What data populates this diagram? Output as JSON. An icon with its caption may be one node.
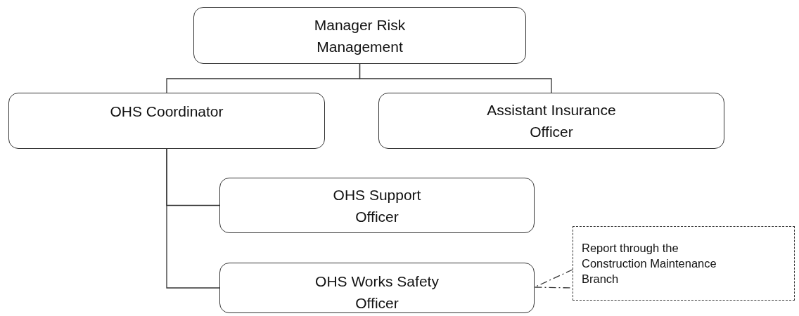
{
  "diagram": {
    "nodes": [
      {
        "text": [
          "Manager Risk Management"
        ]
      },
      {
        "text": [
          "OHS Coordinator"
        ]
      },
      {
        "text": [
          "Assistant Insurance Officer"
        ]
      },
      {
        "text": [
          "OHS Support Officer"
        ]
      },
      {
        "text": [
          "OHS Works Safety Officer"
        ]
      },
      {
        "text": [
          "Report through the Construction Maintenance Branch"
        ]
      }
    ],
    "edges": [
      {
        "from": 0,
        "to": 1,
        "arrow": "none"
      },
      {
        "from": 0,
        "to": 2,
        "arrow": "none"
      },
      {
        "from": 1,
        "to": 3,
        "arrow": "none"
      },
      {
        "from": 1,
        "to": 4,
        "arrow": "none"
      },
      {
        "from": 5,
        "to": 4,
        "arrow": "none",
        "style": "dashed"
      }
    ]
  }
}
